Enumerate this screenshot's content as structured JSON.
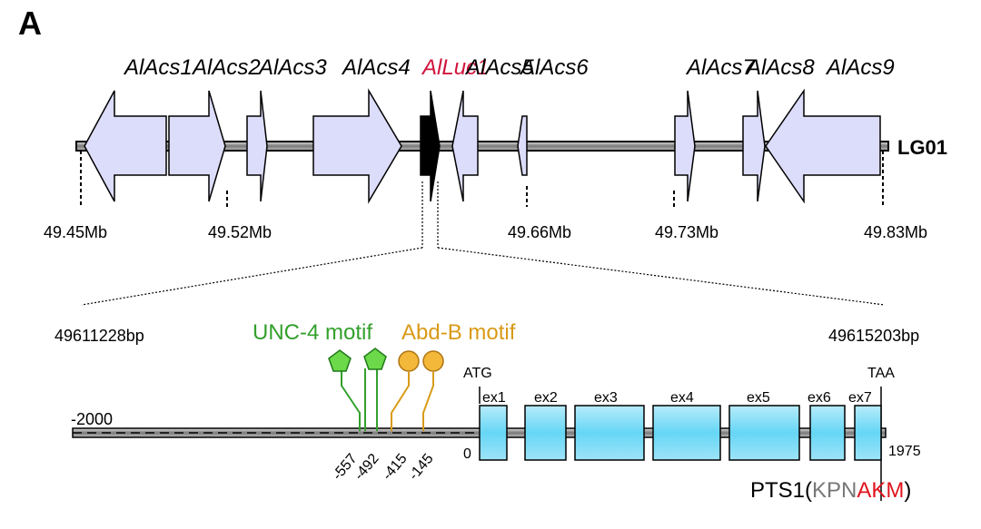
{
  "panel_label": "A",
  "chromosome": "LG01",
  "genes": [
    "AlAcs1",
    "AlAcs2",
    "AlAcs3",
    "AlAcs4",
    "AlLuc1",
    "AlAcs5",
    "AlAcs6",
    "AlAcs7",
    "AlAcs8",
    "AlAcs9"
  ],
  "highlight_gene": "AlLuc1",
  "positions": [
    "49.45Mb",
    "49.52Mb",
    "49.66Mb",
    "49.73Mb",
    "49.83Mb"
  ],
  "zoom": {
    "start_bp": "49611228bp",
    "end_bp": "49615203bp",
    "promoter_start": "-2000",
    "zero": "0",
    "end": "1975",
    "atg": "ATG",
    "taa": "TAA",
    "unc4_motif": "UNC-4 motif",
    "abdb_motif": "Abd-B motif",
    "motif_positions": [
      "-557",
      "-492",
      "-415",
      "-145"
    ],
    "exons": [
      "ex1",
      "ex2",
      "ex3",
      "ex4",
      "ex5",
      "ex6",
      "ex7"
    ],
    "pts1_prefix": "PTS1(",
    "pts1_grey": "KPN",
    "pts1_red": "AKM",
    "pts1_suffix": ")"
  },
  "colors": {
    "gene_fill": "#dcdcfb",
    "highlight_fill": "#000000",
    "exon_fill": "#66d6f5",
    "unc4": "#33a02c",
    "abdb": "#d99a16",
    "pts_red": "#e0141e",
    "pts_grey": "#777777"
  }
}
